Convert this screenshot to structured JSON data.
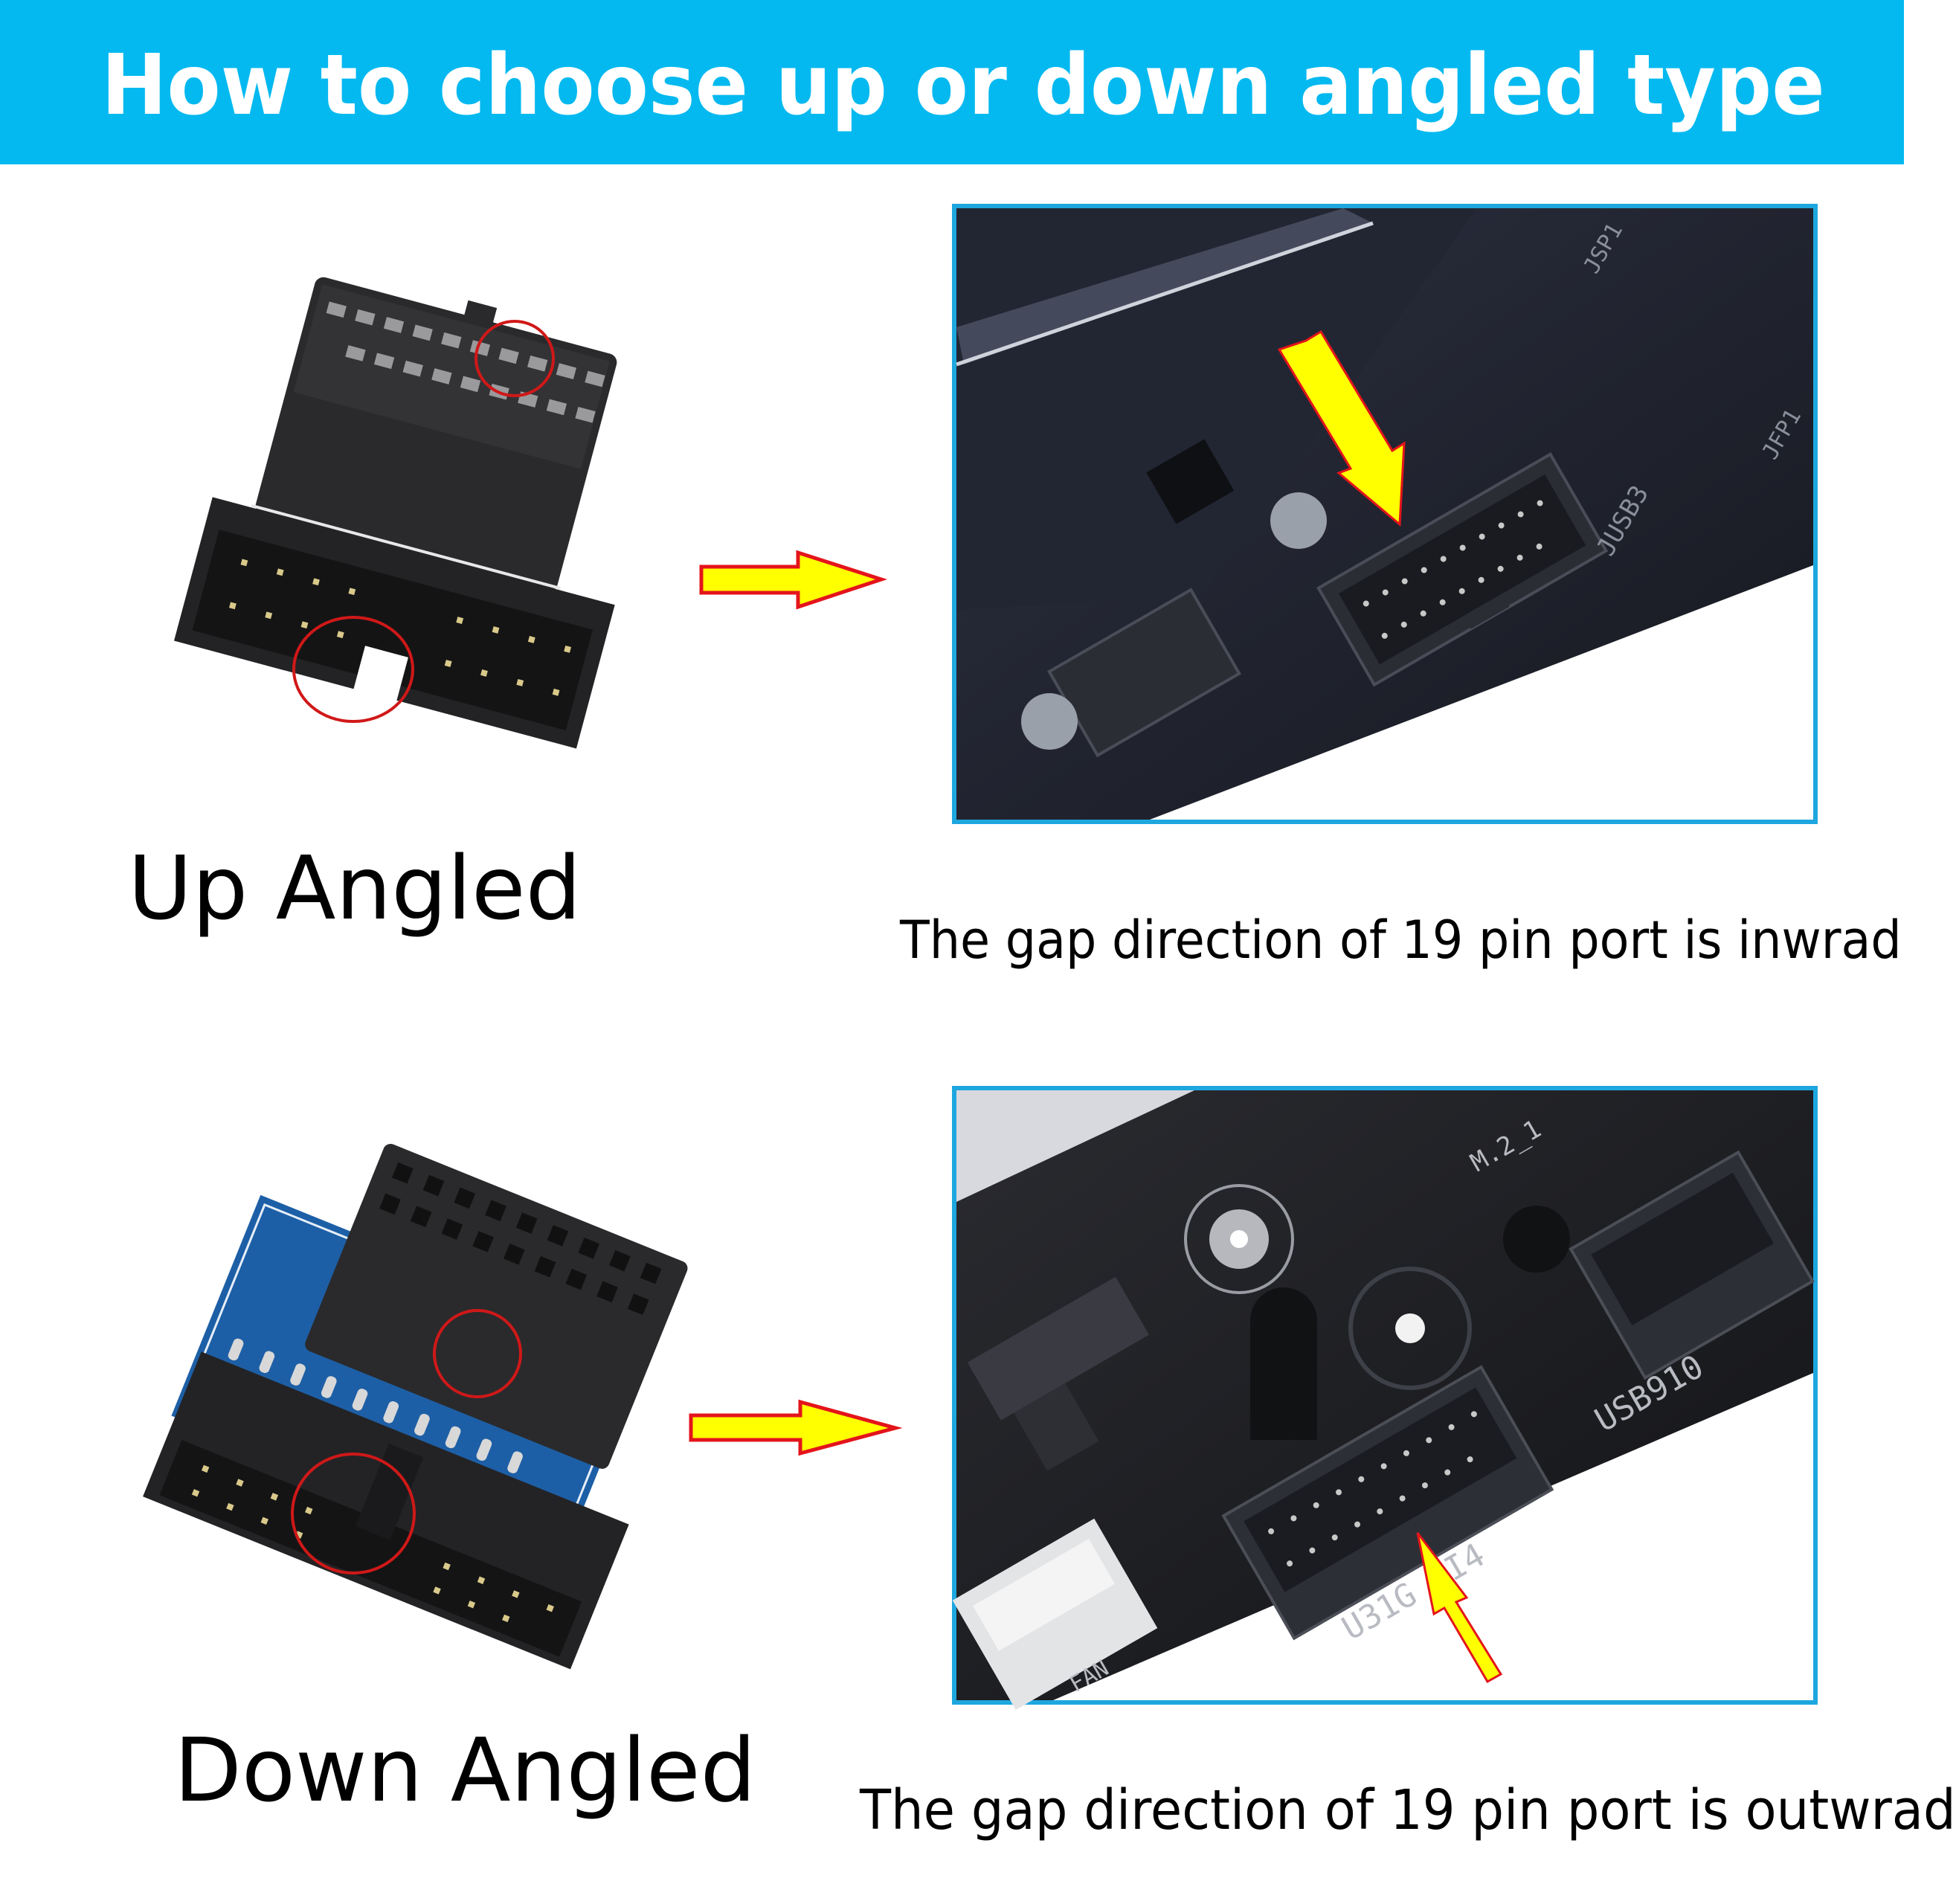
{
  "header": {
    "title": "How to choose up or down angled type",
    "background_color": "#04B9F0",
    "text_color": "#FFFFFF"
  },
  "sections": [
    {
      "id": "up",
      "label": "Up Angled",
      "product_image": "up-angled-19pin-adapter",
      "highlight_marks": 2,
      "arrow": {
        "icon": "right-arrow-icon",
        "fill": "#FFFF00",
        "stroke": "#E4141B"
      },
      "motherboard_photo": {
        "frame_color": "#1EA7DF",
        "pointer_arrow": "down-right-arrow-icon",
        "board_labels": [
          "JSP1",
          "JUSB3",
          "JFP1"
        ]
      },
      "caption": "The gap direction of 19 pin port is inwrad"
    },
    {
      "id": "down",
      "label": "Down Angled",
      "product_image": "down-angled-19pin-adapter",
      "highlight_marks": 2,
      "arrow": {
        "icon": "right-arrow-icon",
        "fill": "#FFFF00",
        "stroke": "#E4141B"
      },
      "motherboard_photo": {
        "frame_color": "#1EA7DF",
        "pointer_arrow": "up-left-arrow-icon",
        "board_labels": [
          "M.2_1",
          "USB910",
          "U31G GI4",
          "FAN"
        ]
      },
      "caption": "The gap direction of 19 pin port is outwrad"
    }
  ]
}
